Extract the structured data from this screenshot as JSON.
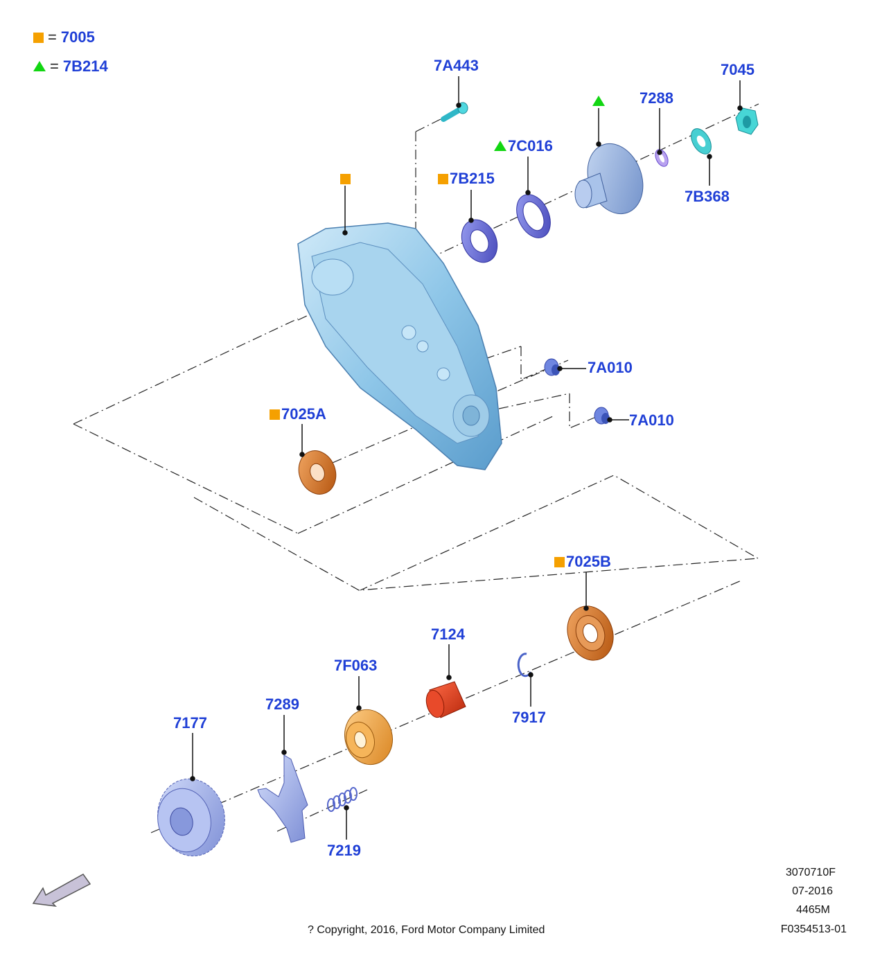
{
  "legend": [
    {
      "marker": "square",
      "color": "#f5a000",
      "code": "7005"
    },
    {
      "marker": "triangle",
      "color": "#12d612",
      "code": "7B214"
    }
  ],
  "callouts": {
    "c7A443": "7A443",
    "c7045": "7045",
    "c7288": "7288",
    "c7C016": "7C016",
    "c7B215": "7B215",
    "c7B368": "7B368",
    "c7A010_a": "7A010",
    "c7A010_b": "7A010",
    "c7025A": "7025A",
    "c7025B": "7025B",
    "c7124": "7124",
    "c7F063": "7F063",
    "c7917": "7917",
    "c7289": "7289",
    "c7177": "7177",
    "c7219": "7219"
  },
  "meta": {
    "line1": "3070710F",
    "line2": "07-2016",
    "line3": "4465M",
    "line4": "F0354513-01"
  },
  "copyright": "? Copyright, 2016, Ford Motor Company Limited",
  "colors": {
    "label_blue": "#1f3fd6",
    "housing": "#8ec6e8",
    "bearing": "#d8731e",
    "seal": "#6a6fd8",
    "gear": "#9fb0ec",
    "teal": "#3fd2d2",
    "red": "#e0401e",
    "orange_gear": "#f2a040"
  }
}
